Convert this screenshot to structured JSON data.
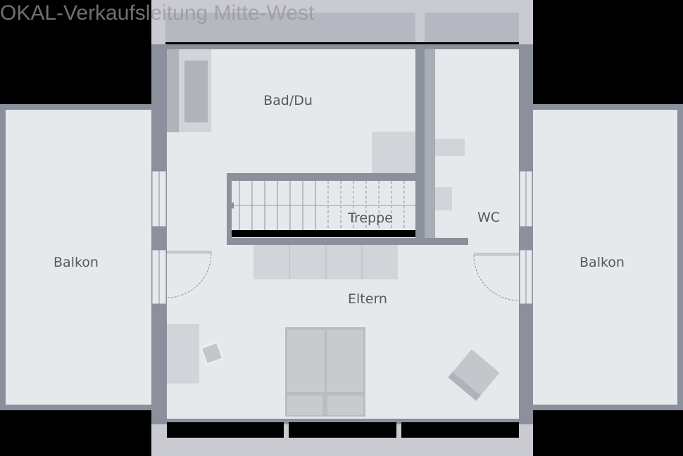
{
  "watermark": "OKAL-Verkaufsleitung Mitte-West",
  "rooms": {
    "bath": "Bad/Du",
    "stairs": "Treppe",
    "wc": "WC",
    "parents": "Eltern",
    "balcony_left": "Balkon",
    "balcony_right": "Balkon"
  },
  "colors": {
    "background": "#000000",
    "wall": "#8b909c",
    "floor": "#e6e9ec",
    "furniture": "#cfd1d6",
    "label": "#55585e"
  }
}
